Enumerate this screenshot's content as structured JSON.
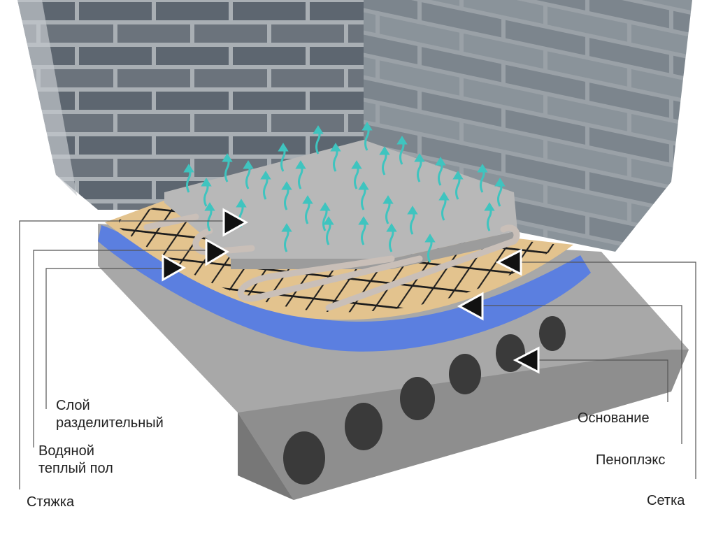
{
  "labels": {
    "separating_layer": [
      "Слой",
      "разделительный"
    ],
    "water_floor": [
      "Водяной",
      "теплый пол"
    ],
    "screed": "Стяжка",
    "base": "Основание",
    "penoplex": "Пеноплэкс",
    "mesh": "Сетка"
  },
  "colors": {
    "brick": "#5d6670",
    "mortar": "#a9afb4",
    "slab": "#a3a3a3",
    "insulation": "#5b7fe0",
    "sand": "#e3c38e",
    "screed": "#bdbdbd",
    "heat_arrows": "#3fc4bf",
    "pipe": "#c9bfb8"
  }
}
